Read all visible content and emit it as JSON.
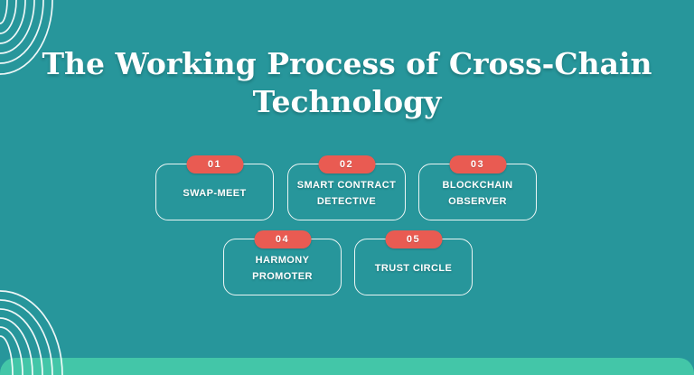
{
  "title": {
    "line1": "The Working Process of Cross-Chain",
    "line2": "Technology"
  },
  "steps": [
    {
      "number": "01",
      "label": "SWAP-MEET"
    },
    {
      "number": "02",
      "label": "SMART CONTRACT DETECTIVE"
    },
    {
      "number": "03",
      "label": "BLOCKCHAIN OBSERVER"
    },
    {
      "number": "04",
      "label": "HARMONY PROMOTER"
    },
    {
      "number": "05",
      "label": "TRUST CIRCLE"
    }
  ],
  "decorations": {
    "top_left_icon": "concentric-arcs-icon",
    "bottom_left_icon": "concentric-arcs-icon",
    "bottom_band": "rounded-strip"
  },
  "colors": {
    "background": "#27969B",
    "accent_pill": "#E95B52",
    "bottom_band": "#43C6A8",
    "box_border": "#F2F8F7",
    "text": "#FFFFFF"
  }
}
